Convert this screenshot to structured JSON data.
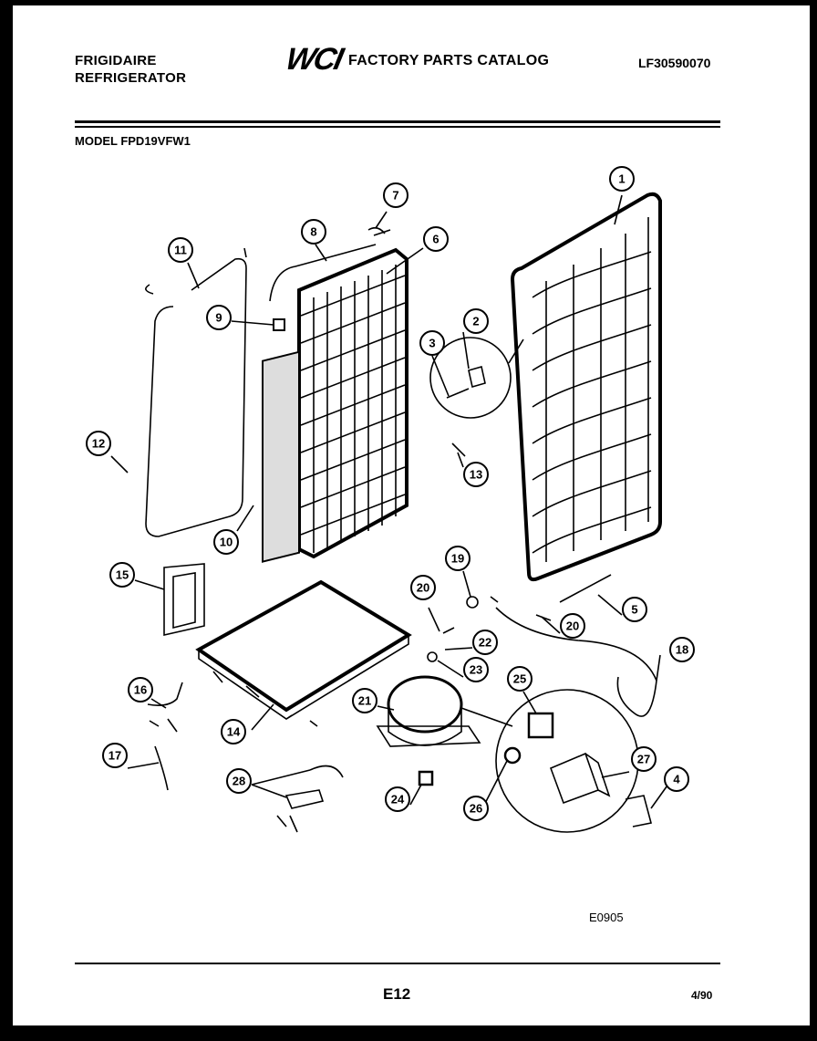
{
  "header": {
    "brand_line1": "FRIGIDAIRE",
    "brand_line2": "REFRIGERATOR",
    "logo": "WCI",
    "catalog_title": "FACTORY PARTS CATALOG",
    "part_number": "LF30590070",
    "model": "MODEL FPD19VFW1"
  },
  "callouts": [
    "1",
    "2",
    "3",
    "4",
    "5",
    "6",
    "7",
    "8",
    "9",
    "10",
    "11",
    "12",
    "13",
    "14",
    "15",
    "16",
    "17",
    "18",
    "19",
    "20",
    "20",
    "21",
    "22",
    "23",
    "24",
    "25",
    "26",
    "27",
    "28"
  ],
  "footer": {
    "figure_code": "E0905",
    "page": "E12",
    "date": "4/90"
  }
}
